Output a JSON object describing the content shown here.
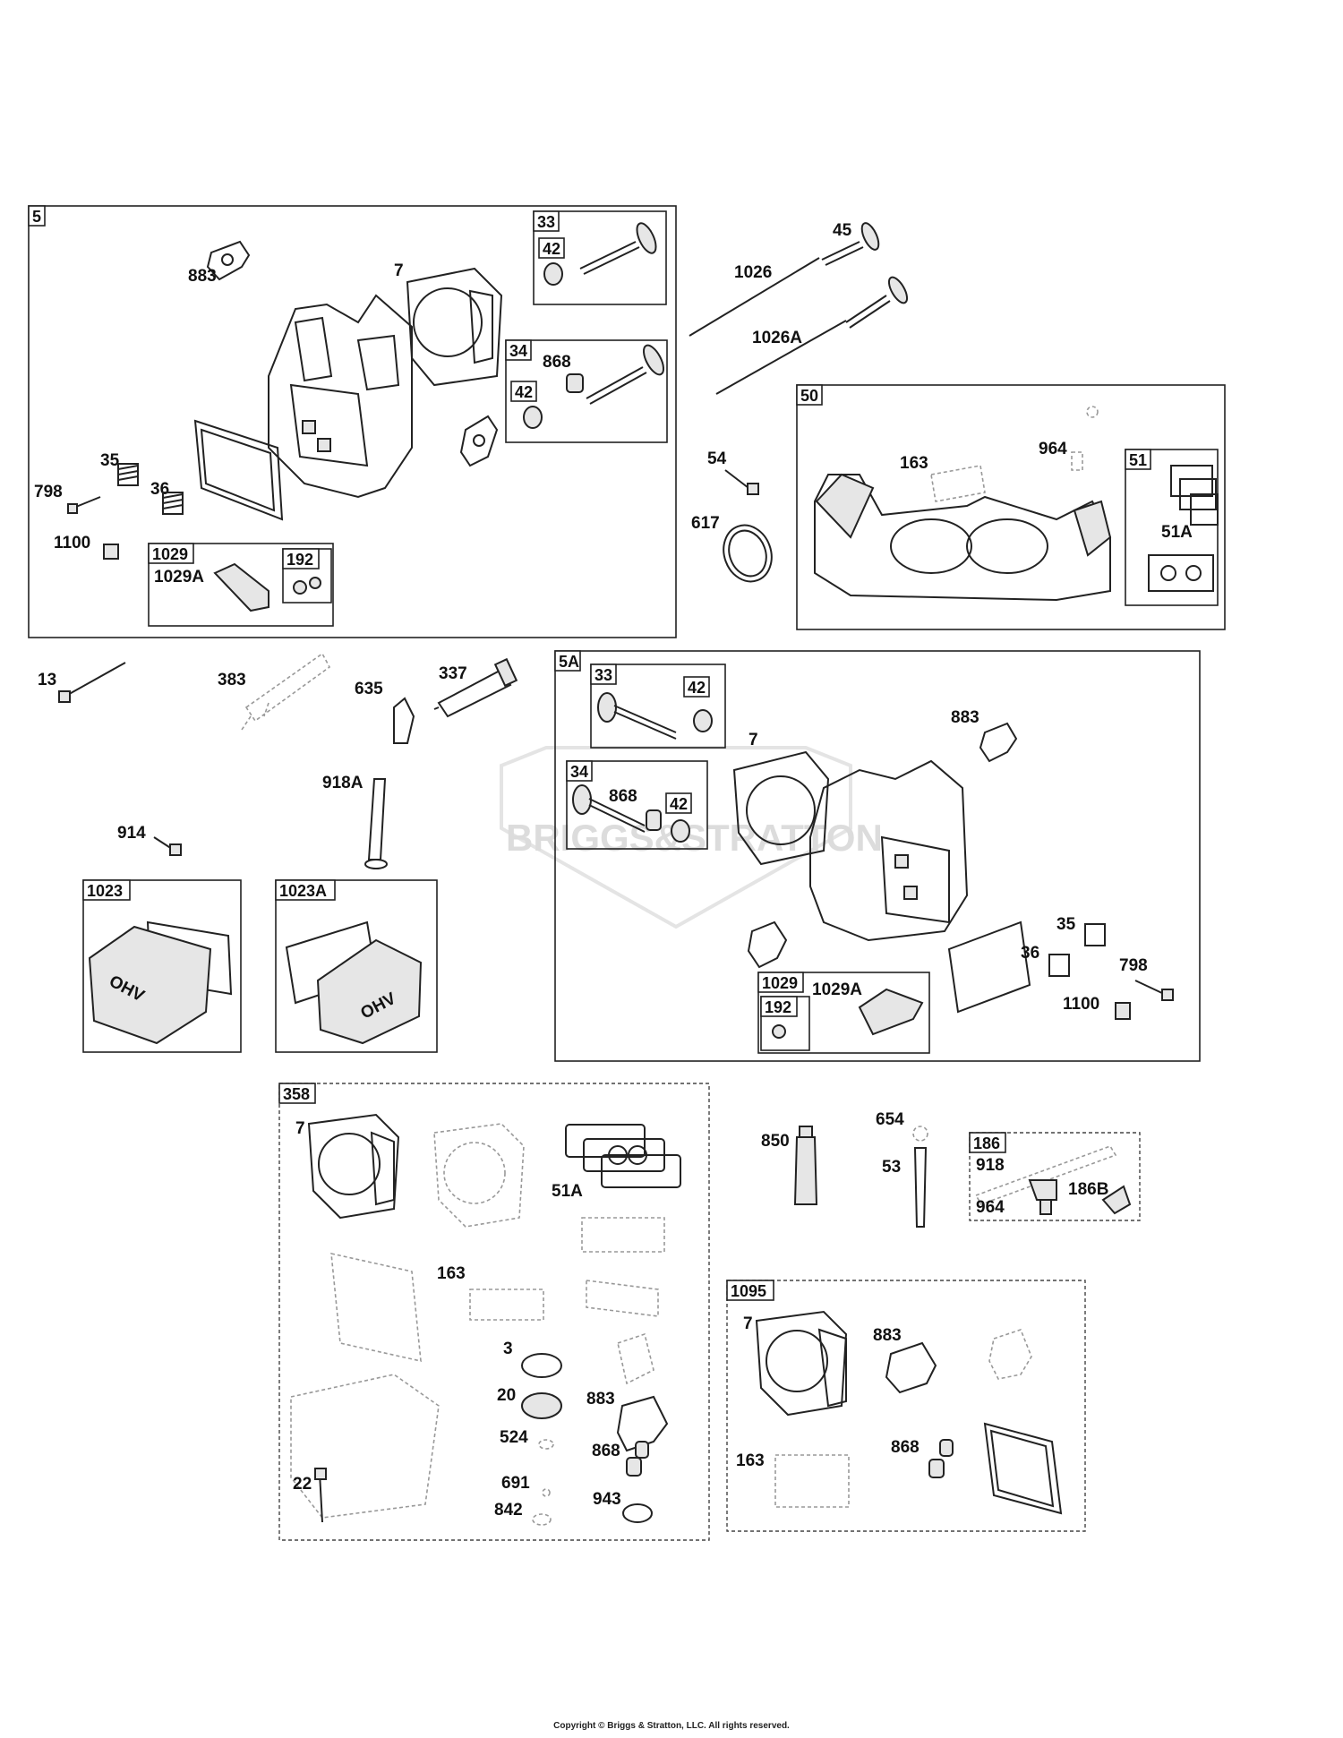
{
  "watermark": "BRIGGS&STRATTON",
  "copyright": "Copyright © Briggs & Stratton, LLC. All rights reserved.",
  "tags": {
    "t5": "5",
    "t33": "33",
    "t42a": "42",
    "t34": "34",
    "t42b": "42",
    "t1029": "1029",
    "t192": "192",
    "t50": "50",
    "t51": "51",
    "t5A": "5A",
    "t33b": "33",
    "t42c": "42",
    "t34b": "34",
    "t42d": "42",
    "t1029b": "1029",
    "t192b": "192",
    "t1023": "1023",
    "t1023A": "1023A",
    "t358": "358",
    "t186": "186",
    "t1095": "1095"
  },
  "labels": {
    "l883a": "883",
    "l7a": "7",
    "l868a": "868",
    "l35a": "35",
    "l798a": "798",
    "l36a": "36",
    "l1100a": "1100",
    "l1029Aa": "1029A",
    "l45": "45",
    "l1026": "1026",
    "l1026A": "1026A",
    "l54": "54",
    "l617": "617",
    "l163a": "163",
    "l964a": "964",
    "l51A": "51A",
    "l13": "13",
    "l383": "383",
    "l635": "635",
    "l337": "337",
    "l918A": "918A",
    "l914": "914",
    "l7b": "7",
    "l883b": "883",
    "l868b": "868",
    "l35b": "35",
    "l36b": "36",
    "l798b": "798",
    "l1029Ab": "1029A",
    "l1100b": "1100",
    "l7c": "7",
    "l51Ab": "51A",
    "l163b": "163",
    "l3": "3",
    "l20": "20",
    "l883c": "883",
    "l524": "524",
    "l868c": "868",
    "l691": "691",
    "l943": "943",
    "l842": "842",
    "l22": "22",
    "l850": "850",
    "l654": "654",
    "l53": "53",
    "l918": "918",
    "l964b": "964",
    "l186B": "186B",
    "l7d": "7",
    "l883d": "883",
    "l868d": "868",
    "l163c": "163"
  },
  "ohv_text": "OHV"
}
